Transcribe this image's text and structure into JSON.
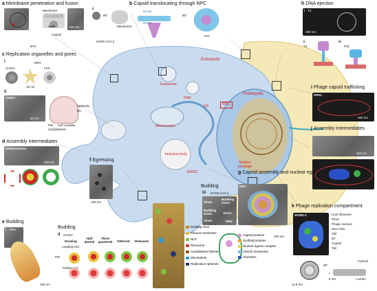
{
  "panels": {
    "a": {
      "letter": "a",
      "title": "Membrane penetration and fusion",
      "labels": [
        "Membrane",
        "Stalk",
        "Capsid",
        "100 nm",
        "ii",
        "90°",
        "Membrane",
        "BTV",
        "SARS-CoV-2"
      ]
    },
    "b": {
      "letter": "b",
      "title": "Capsid translocating through NPC",
      "labels": [
        "64 nm",
        "60 nm",
        "90°",
        "HIV"
      ]
    },
    "c": {
      "letter": "c",
      "title": "Replication organelles and pores",
      "labels": [
        "i",
        "MHV",
        "CHIKV",
        "FHV",
        "15 nm",
        "ii",
        "CHIKV",
        "50 nm",
        "Spherule",
        "RC",
        "PM",
        "nsP complex",
        "Cytoskeleton"
      ]
    },
    "d": {
      "letter": "d",
      "title": "Assembly intermediates",
      "labels": [
        "Orthoreovirus",
        "200 nm"
      ]
    },
    "e": {
      "letter": "e",
      "title": "Budding",
      "labels": [
        "i",
        "MeV",
        "100 nm"
      ]
    },
    "f": {
      "letter": "f",
      "title": "Egressing",
      "labels": [
        "100 nm"
      ]
    },
    "g": {
      "letter": "g",
      "title": "Capsid assembly and nuclear egressing",
      "labels": [
        "HSV",
        "100 nm"
      ]
    },
    "h": {
      "letter": "h",
      "title": "DNA ejection",
      "labels": [
        "i",
        "T4",
        "400 nm",
        "ii",
        "T4",
        "iii",
        "P22"
      ]
    },
    "i": {
      "letter": "i",
      "title": "Phage capsid trafficking",
      "labels": [
        "GPA1",
        "200 nm"
      ]
    },
    "j": {
      "letter": "j",
      "title": "Assembly intermediates",
      "labels": [
        "200 nm"
      ]
    },
    "k": {
      "letter": "k",
      "title": "Phage replication compartment",
      "labels": [
        "201Φ2-1",
        "90°",
        "Cytosol",
        "11.5 nm",
        "I",
        "6 nm",
        "Lumen"
      ]
    }
  },
  "cell": {
    "eukaryotic": "Eukaryotic",
    "prokaryotic": "Prokaryotic",
    "endosome": "Endosome",
    "npc": "NPC",
    "er": "ER",
    "dmv": "DMV",
    "mitochondria": "Mitochondria",
    "inclusion_body": "Inclusion body",
    "ergic": "ERGIC",
    "nuclear_envelope": "Nuclear envelope"
  },
  "budding_ii": {
    "title": "Budding",
    "sub": "ii",
    "virus": "CHIKV",
    "stages": [
      "Docking",
      "Half domed",
      "Three quartered",
      "Tethered",
      "Released"
    ],
    "pm": "PM",
    "leading": "Leading end",
    "trailing": "Trailing end",
    "legend": [
      {
        "label": "Budding virus",
        "color": "#c38a1f"
      },
      {
        "label": "Plasma membrane",
        "color": "#e8c13a"
      },
      {
        "label": "NLP",
        "color": "#7fc241"
      },
      {
        "label": "Ribosome",
        "color": "#d73f3f"
      },
      {
        "label": "Cytoskeleton filament",
        "color": "#8a5b2a"
      },
      {
        "label": "Microtubule",
        "color": "#2f9bd2"
      },
      {
        "label": "Replication spherule",
        "color": "#21386b"
      }
    ]
  },
  "budding_iii": {
    "title": "Budding",
    "sub": "iii",
    "virus": "SARS-CoV-2",
    "labels": [
      "Budding virion",
      "Virion",
      "Budding virion",
      "Virion",
      "Virion",
      "DMV"
    ]
  },
  "g_legend": [
    {
      "label": "Capsid proteins",
      "color": "#d99ad3"
    },
    {
      "label": "Scaffold proteins",
      "color": "#e5a13a"
    },
    {
      "label": "Nuclear egress complex",
      "color": "#e8d44a"
    },
    {
      "label": "Vesicle membrane",
      "color": "#7fb8e6"
    },
    {
      "label": "Viral DNA",
      "color": "#2c58c7"
    }
  ],
  "k_legend": [
    "Host ribosome",
    "PhuZ",
    "Phage nucleus",
    "RecA-like",
    "OM",
    "IM",
    "Capsid",
    "Tail"
  ]
}
